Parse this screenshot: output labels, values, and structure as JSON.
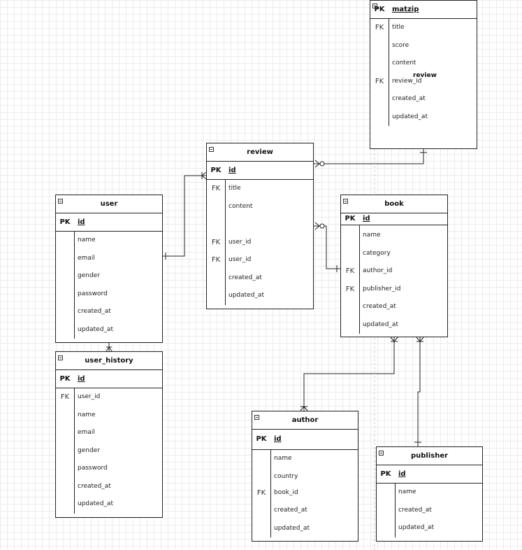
{
  "entities": {
    "matzip": {
      "title": "review",
      "pk_label": "PK",
      "pk": "matzip",
      "attrs": [
        {
          "key": "FK",
          "name": "title"
        },
        {
          "key": "",
          "name": "score"
        },
        {
          "key": "",
          "name": "content"
        },
        {
          "key": "FK",
          "name": "review_id"
        },
        {
          "key": "",
          "name": "created_at"
        },
        {
          "key": "",
          "name": "updated_at"
        }
      ]
    },
    "review": {
      "title": "review",
      "pk_label": "PK",
      "pk": "id",
      "attrs": [
        {
          "key": "FK",
          "name": "title"
        },
        {
          "key": "",
          "name": "content"
        },
        {
          "key": "",
          "name": ""
        },
        {
          "key": "FK",
          "name": "user_id"
        },
        {
          "key": "FK",
          "name": "user_id"
        },
        {
          "key": "",
          "name": "created_at"
        },
        {
          "key": "",
          "name": "updated_at"
        }
      ]
    },
    "user": {
      "title": "user",
      "pk_label": "PK",
      "pk": "id",
      "attrs": [
        {
          "key": "",
          "name": "name"
        },
        {
          "key": "",
          "name": "email"
        },
        {
          "key": "",
          "name": "gender"
        },
        {
          "key": "",
          "name": "password"
        },
        {
          "key": "",
          "name": "created_at"
        },
        {
          "key": "",
          "name": "updated_at"
        }
      ]
    },
    "book": {
      "title": "book",
      "pk_label": "PK",
      "pk": "id",
      "attrs": [
        {
          "key": "",
          "name": "name"
        },
        {
          "key": "",
          "name": "category"
        },
        {
          "key": "FK",
          "name": "author_id"
        },
        {
          "key": "FK",
          "name": "publisher_id"
        },
        {
          "key": "",
          "name": "created_at"
        },
        {
          "key": "",
          "name": "updated_at"
        }
      ]
    },
    "user_history": {
      "title": "user_history",
      "pk_label": "PK",
      "pk": "id",
      "attrs": [
        {
          "key": "FK",
          "name": "user_id"
        },
        {
          "key": "",
          "name": "name"
        },
        {
          "key": "",
          "name": "email"
        },
        {
          "key": "",
          "name": "gender"
        },
        {
          "key": "",
          "name": "password"
        },
        {
          "key": "",
          "name": "created_at"
        },
        {
          "key": "",
          "name": "updated_at"
        }
      ]
    },
    "author": {
      "title": "author",
      "pk_label": "PK",
      "pk": "id",
      "attrs": [
        {
          "key": "",
          "name": "name"
        },
        {
          "key": "",
          "name": "country"
        },
        {
          "key": "FK",
          "name": "book_id"
        },
        {
          "key": "",
          "name": "created_at"
        },
        {
          "key": "",
          "name": "updated_at"
        }
      ]
    },
    "publisher": {
      "title": "publisher",
      "pk_label": "PK",
      "pk": "id",
      "attrs": [
        {
          "key": "",
          "name": "name"
        },
        {
          "key": "",
          "name": "created_at"
        },
        {
          "key": "",
          "name": "updated_at"
        }
      ]
    }
  },
  "relationships": [
    {
      "from": "review",
      "to": "matzip",
      "from_end": "zero-or-many",
      "to_end": "one"
    },
    {
      "from": "user",
      "to": "review",
      "from_end": "one",
      "to_end": "one-or-many"
    },
    {
      "from": "review",
      "to": "book",
      "from_end": "zero-or-many",
      "to_end": "one"
    },
    {
      "from": "user",
      "to": "user_history",
      "from_end": "one",
      "to_end": "one-or-many"
    },
    {
      "from": "book",
      "to": "author",
      "from_end": "one-or-many",
      "to_end": "one-or-many"
    },
    {
      "from": "book",
      "to": "publisher",
      "from_end": "one-or-many",
      "to_end": "one"
    }
  ],
  "colors": {
    "line": "#222222",
    "grid": "#ececec",
    "background": "#ffffff"
  }
}
